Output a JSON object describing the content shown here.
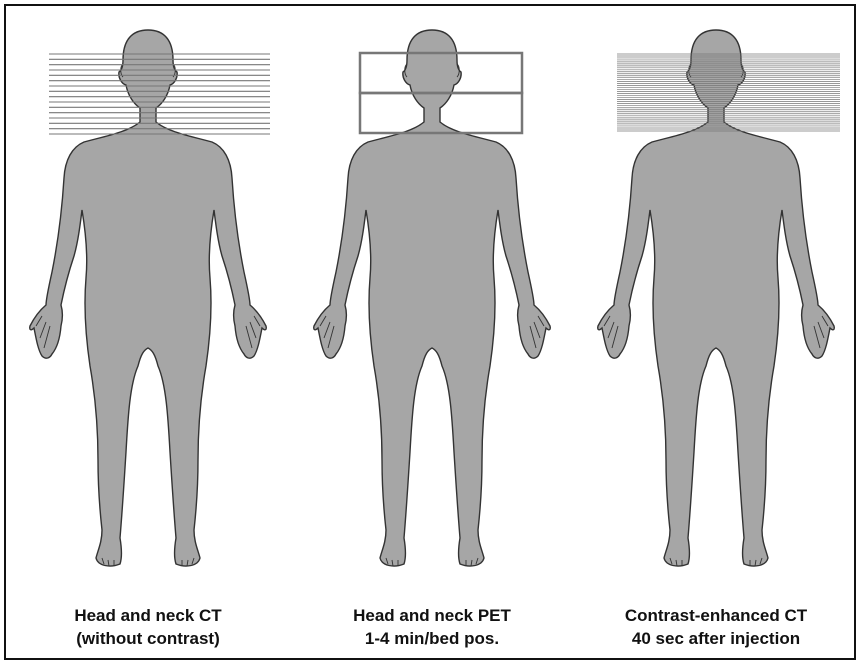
{
  "colors": {
    "body_fill": "#a6a6a6",
    "body_stroke": "#333333",
    "line": "#777777",
    "frame": "#111111"
  },
  "panels": [
    {
      "id": "ct",
      "caption_line1": "Head and neck CT",
      "caption_line2": "(without contrast)",
      "overlay": "thin-slice-lines",
      "slice_count": 16
    },
    {
      "id": "pet",
      "caption_line1": "Head and neck PET",
      "caption_line2": "1-4 min/bed pos.",
      "overlay": "bed-position-boxes",
      "bed_positions": 2
    },
    {
      "id": "cect",
      "caption_line1": "Contrast-enhanced CT",
      "caption_line2": "40 sec after injection",
      "overlay": "thin-slice-lines",
      "slice_count": 40
    }
  ]
}
